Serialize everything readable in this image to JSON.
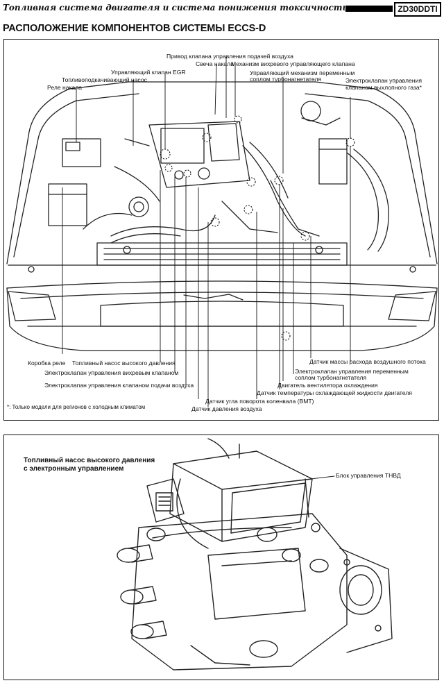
{
  "header": {
    "title": "Топливная система двигателя и система понижения токсичности выхлопа",
    "engine_code": "ZD30DDTI"
  },
  "section_title": "РАСПОЛОЖЕНИЕ КОМПОНЕНТОВ СИСТЕМЫ ECCS-D",
  "labels": {
    "air_valve_actuator": "Привод клапана управления подачей воздуха",
    "glow_plug": "Свеча накала",
    "swirl_valve_mechanism": "Механизм вихревого управляющего клапана",
    "egr_valve": "Управляющий клапан EGR",
    "turbo_vnt_mechanism_1": "Управляющий механизм переменным",
    "turbo_vnt_mechanism_2": "соплом турбонагнетателя",
    "fuel_priming_pump": "Топливоподкачивающий насос",
    "glow_relay": "Реле накала",
    "exhaust_solenoid_1": "Электроклапан управления",
    "exhaust_solenoid_2": "клапаном выхлопного газа*",
    "relay_box": "Коробка реле",
    "hp_pump": "Топливный насос высокого давления",
    "swirl_solenoid": "Электроклапан управления вихревым клапаном",
    "air_solenoid": "Электроклапан управления клапаном подачи воздуха",
    "maf_sensor": "Датчик массы расхода воздушного потока",
    "turbo_solenoid_1": "Электроклапан управления переменным",
    "turbo_solenoid_2": "соплом турбонагнетателя",
    "fan_motor": "Двигатель вентилятора охлаждения",
    "coolant_temp": "Датчик температуры охлаждающей жидкости двигателя",
    "crank_sensor": "Датчик угла поворота коленвала (ВМТ)",
    "air_pressure": "Датчик давления воздуха"
  },
  "footnote": "*: Только модели для регионов с холодным климатом",
  "pump_panel": {
    "title_line1": "Топливный насос высокого давления",
    "title_line2": "с электронным управлением",
    "ecu_label": "Блок управления ТНВД"
  }
}
